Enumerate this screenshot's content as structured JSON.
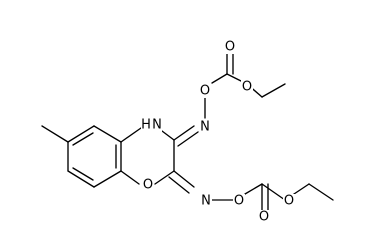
{
  "diagram": {
    "atom_labels": {
      "o_ring": "O",
      "nh": "H",
      "nh_n": "N",
      "n_upper": "N",
      "o_upper_link": "O",
      "o_upper_carbonyl": "O",
      "o_upper_ester": "O",
      "n_lower": "N",
      "o_lower_link": "O",
      "o_lower_carbonyl": "O",
      "o_lower_ester": "O"
    }
  }
}
